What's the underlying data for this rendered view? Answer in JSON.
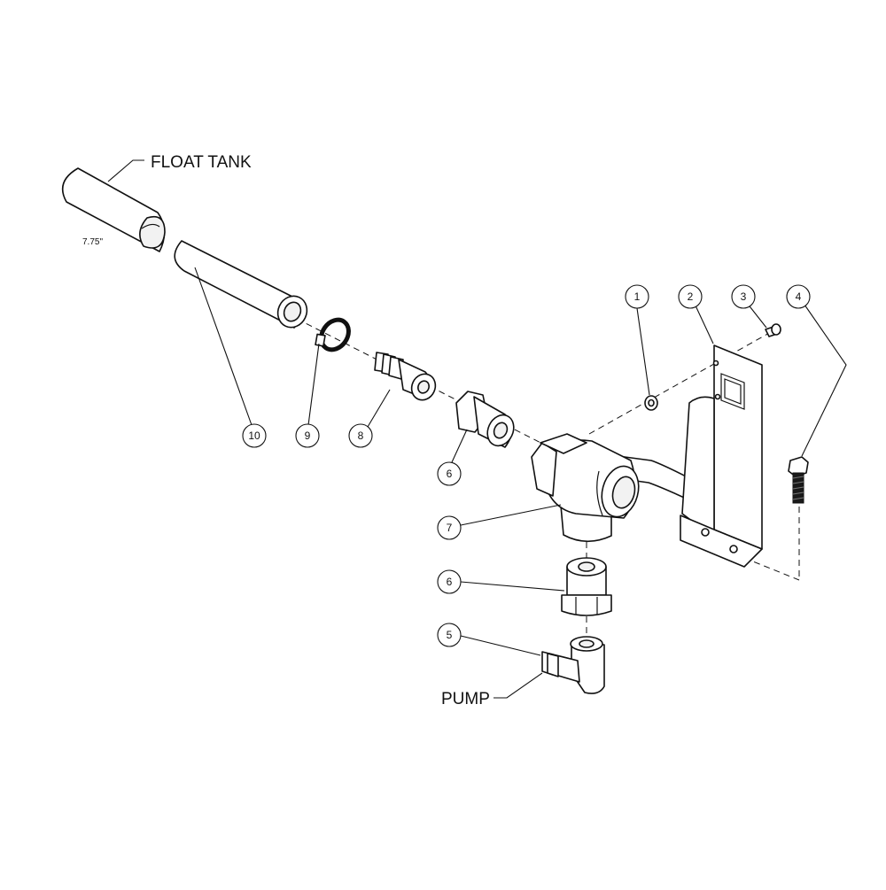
{
  "labels": {
    "float_tank": "FLOAT TANK",
    "pump": "PUMP",
    "dimension": "7.75\""
  },
  "callouts": {
    "c1": "1",
    "c2": "2",
    "c3": "3",
    "c4": "4",
    "c5": "5",
    "c6_upper": "6",
    "c6_lower": "6",
    "c7": "7",
    "c8": "8",
    "c9": "9",
    "c10": "10"
  }
}
